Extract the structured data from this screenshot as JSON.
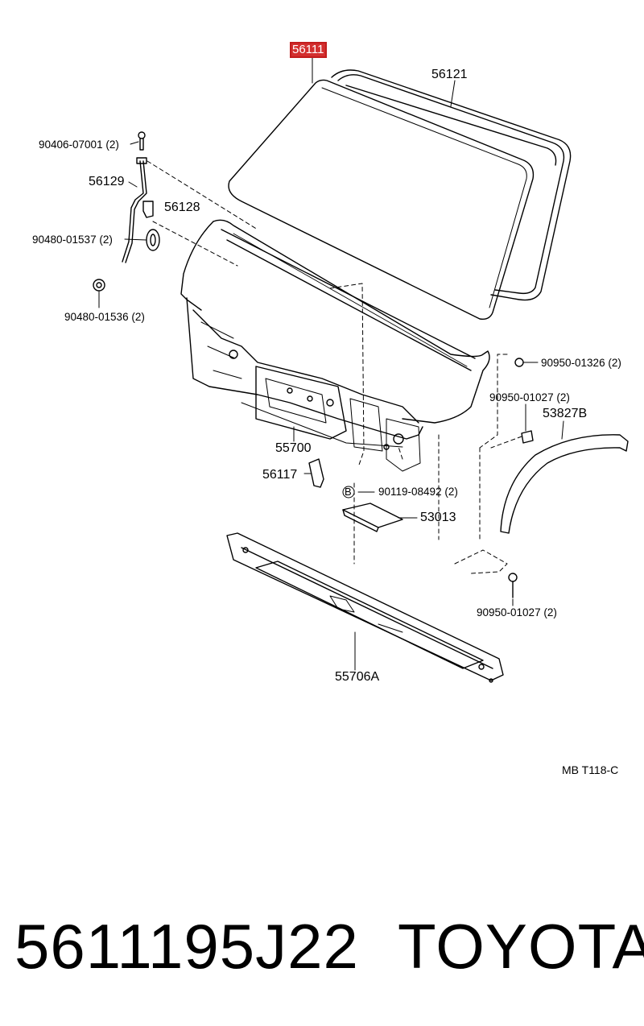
{
  "diagram": {
    "callouts": {
      "c56111": "56111",
      "c56121": "56121",
      "c90406": "90406-07001 (2)",
      "c56129": "56129",
      "c56128": "56128",
      "c90480_01537": "90480-01537 (2)",
      "c90480_01536": "90480-01536 (2)",
      "c90950_01326": "90950-01326 (2)",
      "c90950_01027a": "90950-01027 (2)",
      "c53827b": "53827B",
      "c55700": "55700",
      "c56117": "56117",
      "c90119": "90119-08492 (2)",
      "c53013": "53013",
      "c90950_01027b": "90950-01027 (2)",
      "c55706a": "55706A",
      "marker_b": "B"
    },
    "diagram_code": "MB T118-C",
    "highlight_color": "#d32f2f"
  },
  "footer": {
    "part_number": "5611195J22",
    "brand": "TOYOTA"
  }
}
